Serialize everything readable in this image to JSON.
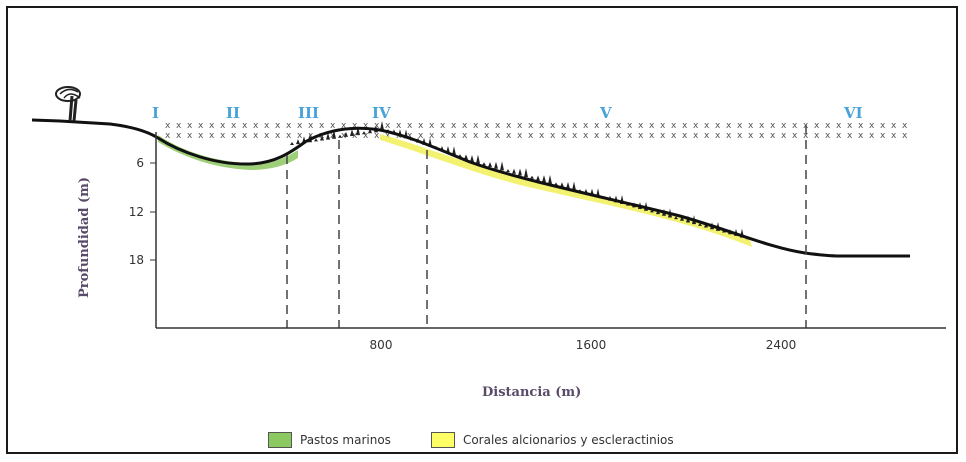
{
  "zones": [
    "I",
    "II",
    "III",
    "IV",
    "V",
    "VI"
  ],
  "axes": {
    "y_title": "Profundidad (m)",
    "x_title": "Distancia (m)",
    "y_ticks": [
      "6",
      "12",
      "18"
    ],
    "x_ticks": [
      "800",
      "1600",
      "2400"
    ]
  },
  "legend": {
    "items": [
      {
        "label": "Pastos marinos",
        "color": "#8cc860"
      },
      {
        "label": "Corales alcionarios y escleractinios",
        "color": "#ffff66"
      }
    ]
  },
  "colors": {
    "zone_label": "#4aa3d8",
    "profile_line": "#111111",
    "axis": "#333333"
  },
  "icons": {
    "shore_tree": "palm-tree-icon"
  }
}
